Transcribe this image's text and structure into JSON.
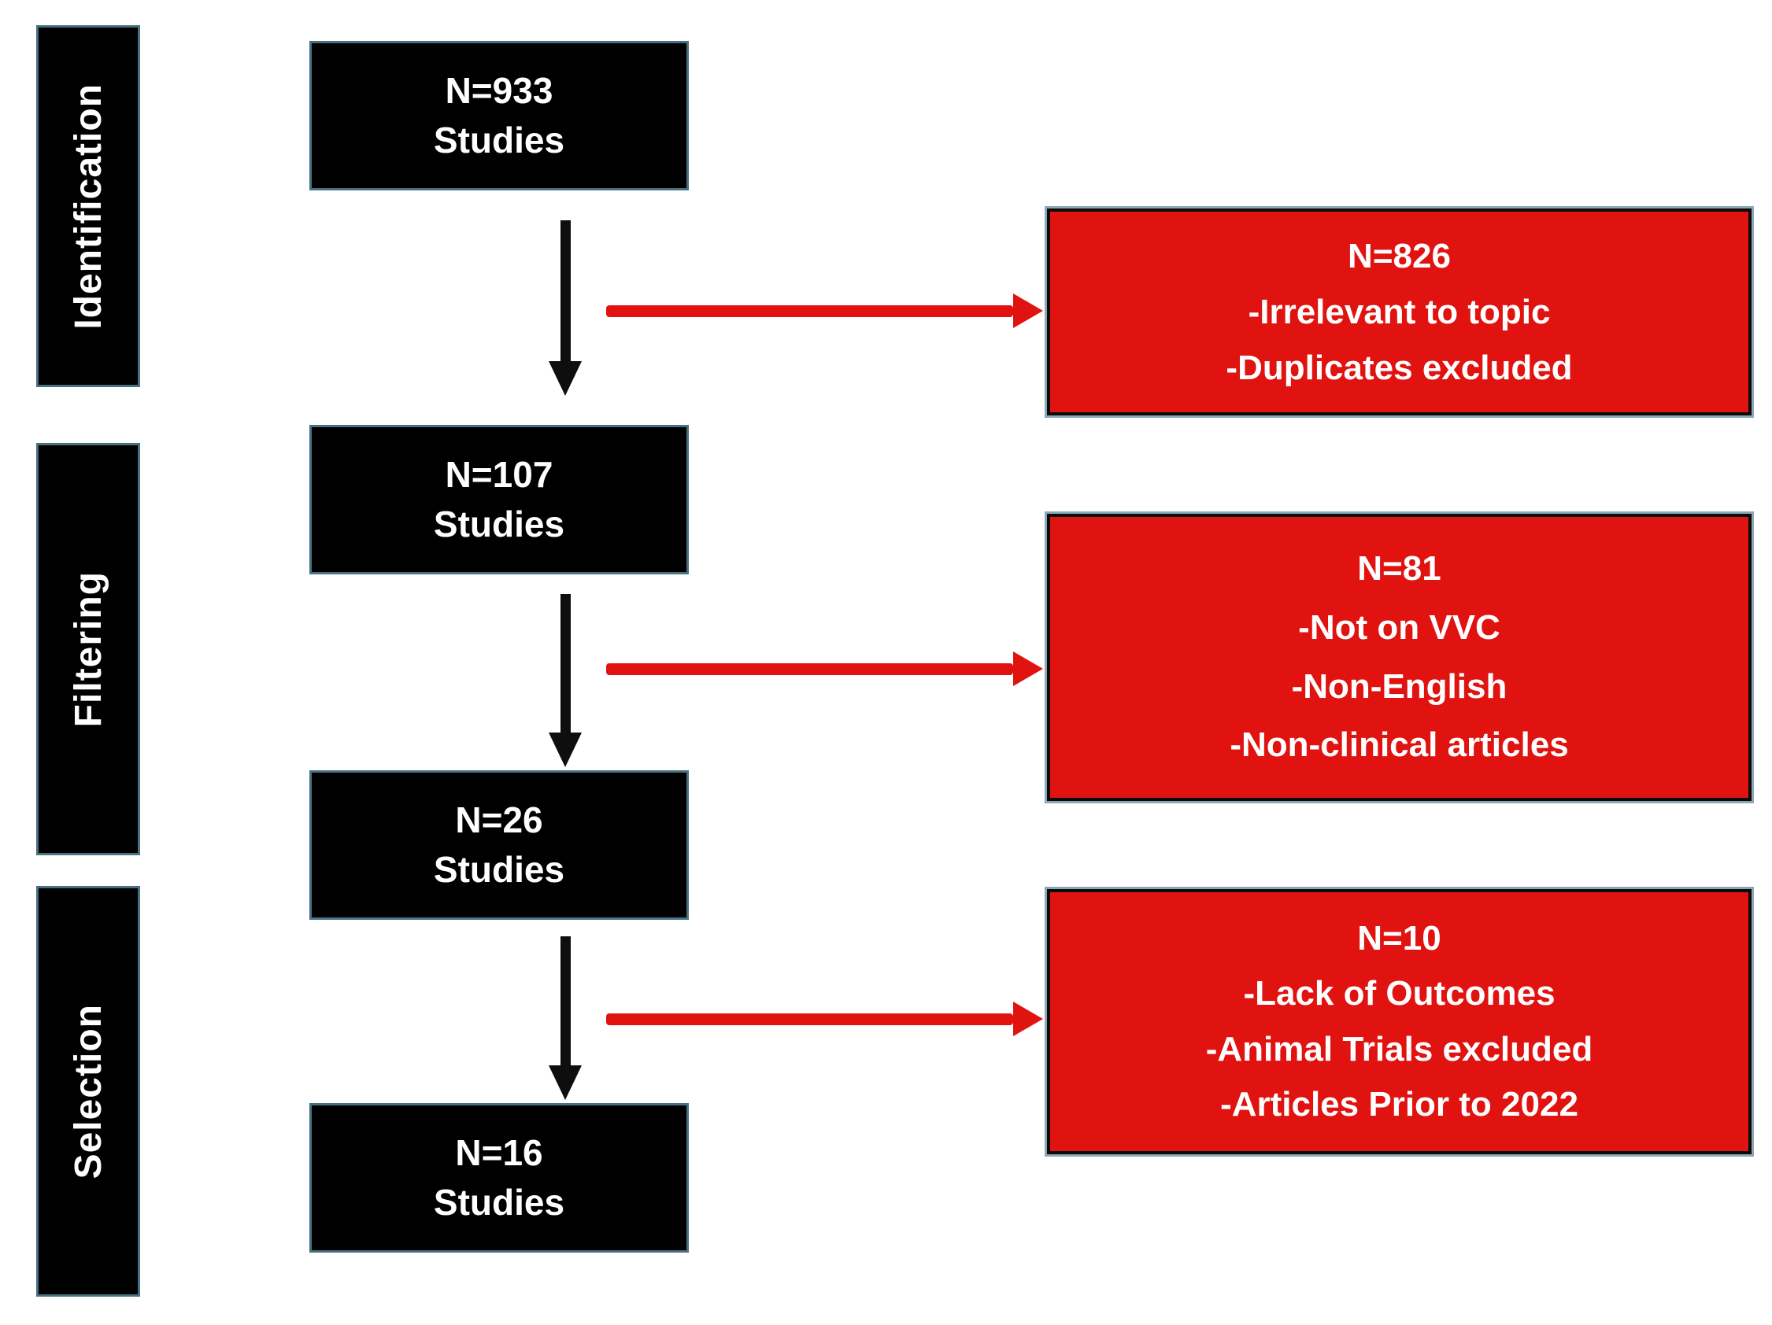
{
  "diagram": {
    "title_semantic": "Study selection flow diagram",
    "stages": [
      {
        "label": "Identification"
      },
      {
        "label": "Filtering"
      },
      {
        "label": "Selection"
      }
    ],
    "process_boxes": [
      {
        "line1": "N=933",
        "line2": "Studies"
      },
      {
        "line1": "N=107",
        "line2": "Studies"
      },
      {
        "line1": "N=26",
        "line2": "Studies"
      },
      {
        "line1": "N=16",
        "line2": "Studies"
      }
    ],
    "exclusion_boxes": [
      {
        "count": "N=826",
        "reason1": "-Irrelevant to topic",
        "reason2": "-Duplicates excluded"
      },
      {
        "count": "N=81",
        "reason1": "-Not on VVC",
        "reason2": "-Non-English",
        "reason3": "-Non-clinical articles"
      },
      {
        "count": "N=10",
        "reason1": "-Lack of Outcomes",
        "reason2": "-Animal Trials excluded",
        "reason3": "-Articles Prior to 2022"
      }
    ],
    "colors": {
      "process_fill": "#000000",
      "exclusion_fill": "#e01310",
      "text": "#ffffff",
      "border_teal": "#477183",
      "arrow_black": "#0e0e0e",
      "arrow_red": "#e01310"
    }
  }
}
